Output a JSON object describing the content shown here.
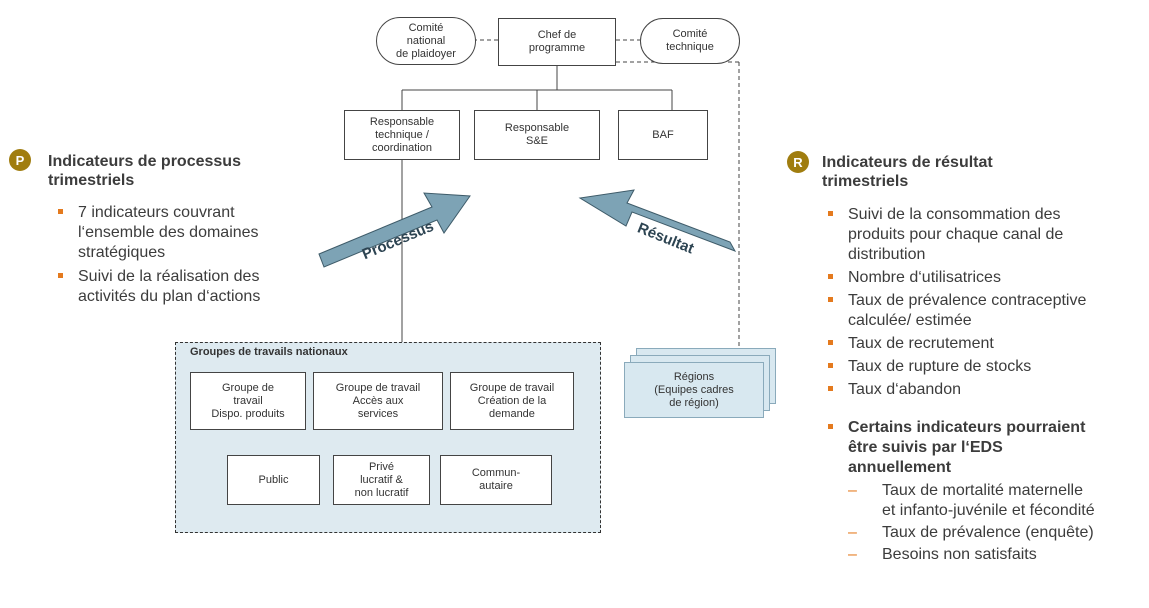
{
  "org": {
    "chef": "Chef de\nprogramme",
    "comite_national": "Comité\nnational\nde plaidoyer",
    "comite_technique": "Comité\ntechnique",
    "resp_technique": "Responsable\ntechnique /\ncoordination",
    "resp_se": "Responsable\nS&E",
    "baf": "BAF",
    "groupes_title": "Groupes de travails nationaux",
    "groupe_dispo": "Groupe de\ntravail\nDispo. produits",
    "groupe_acces": "Groupe de travail\nAccès aux\nservices",
    "groupe_creation": "Groupe de travail\nCréation de la\ndemande",
    "public": "Public",
    "prive": "Privé\nlucratif &\nnon lucratif",
    "communautaire": "Commun-\nautaire",
    "regions": "Régions\n(Equipes cadres\nde région)"
  },
  "arrows": {
    "processus": "Processus",
    "resultat": "Résultat"
  },
  "left": {
    "badge": "P",
    "heading": "Indicateurs de processus\ntrimestriels",
    "bullets": [
      "7 indicateurs couvrant\nl‘ensemble des domaines\nstratégiques",
      "Suivi de la réalisation des\nactivités du plan d‘actions"
    ]
  },
  "right": {
    "badge": "R",
    "heading": "Indicateurs de résultat\ntrimestriels",
    "bullets": [
      "Suivi de la consommation des\nproduits pour chaque canal de\ndistribution",
      "Nombre d‘utilisatrices",
      "Taux de prévalence contraceptive\ncalculée/ estimée",
      "Taux de recrutement",
      "Taux de rupture de stocks",
      "Taux d‘abandon"
    ],
    "bold_bullet": "Certains indicateurs pourraient\nêtre suivis par l‘EDS\nannuellement",
    "sub_bullets": [
      "Taux de mortalité maternelle\net infanto-juvénile et fécondité",
      "Taux de prévalence (enquête)",
      "Besoins non satisfaits"
    ]
  },
  "colors": {
    "badge": "#a07d0f",
    "bullet": "#e47a1e",
    "arrow_fill": "#7da3b5",
    "group_bg": "#deeaf0"
  }
}
